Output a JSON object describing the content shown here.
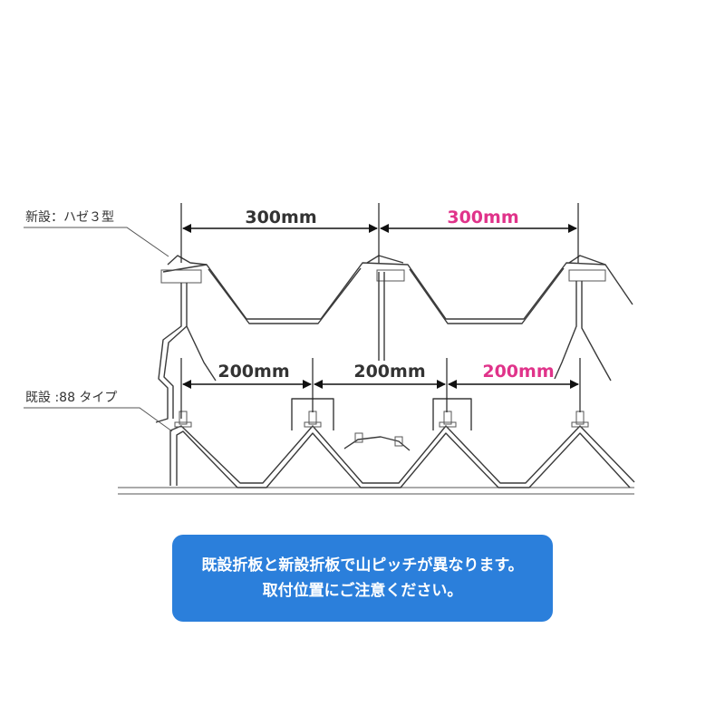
{
  "colors": {
    "accent": "#e0338a",
    "text": "#333333",
    "notice_bg": "#2b7fdb"
  },
  "labels": {
    "new_roof": "新設：ハゼ３型",
    "old_roof": "既設 :88 タイプ"
  },
  "dimensions": {
    "upper": [
      "300mm",
      "300mm"
    ],
    "lower": [
      "200mm",
      "200mm",
      "200mm"
    ]
  },
  "notice": {
    "line1": "既設折板と新設折板で山ピッチが異なります。",
    "line2": "取付位置にご注意ください。"
  }
}
